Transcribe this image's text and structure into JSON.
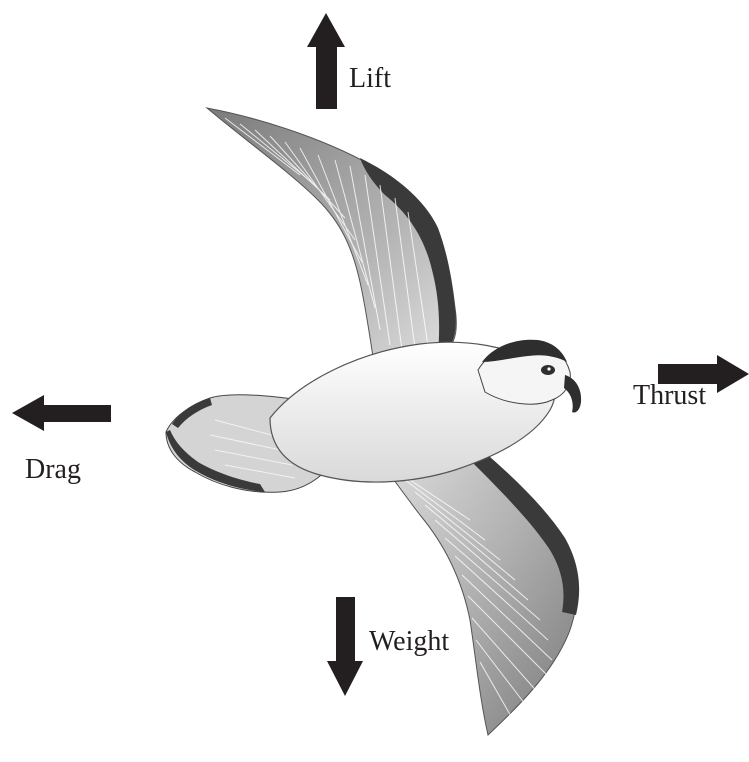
{
  "diagram": {
    "forces": {
      "lift": {
        "label": "Lift",
        "direction": "up"
      },
      "thrust": {
        "label": "Thrust",
        "direction": "right"
      },
      "drag": {
        "label": "Drag",
        "direction": "left"
      },
      "weight": {
        "label": "Weight",
        "direction": "down"
      }
    },
    "subject_icon": "bird-in-flight-icon",
    "colors": {
      "arrow": "#231f20",
      "text": "#231f20",
      "wing_dark": "#3a3a3a",
      "wing_mid": "#8c8c8c",
      "wing_light": "#c8c8c8",
      "body": "#f2f2f2"
    }
  }
}
